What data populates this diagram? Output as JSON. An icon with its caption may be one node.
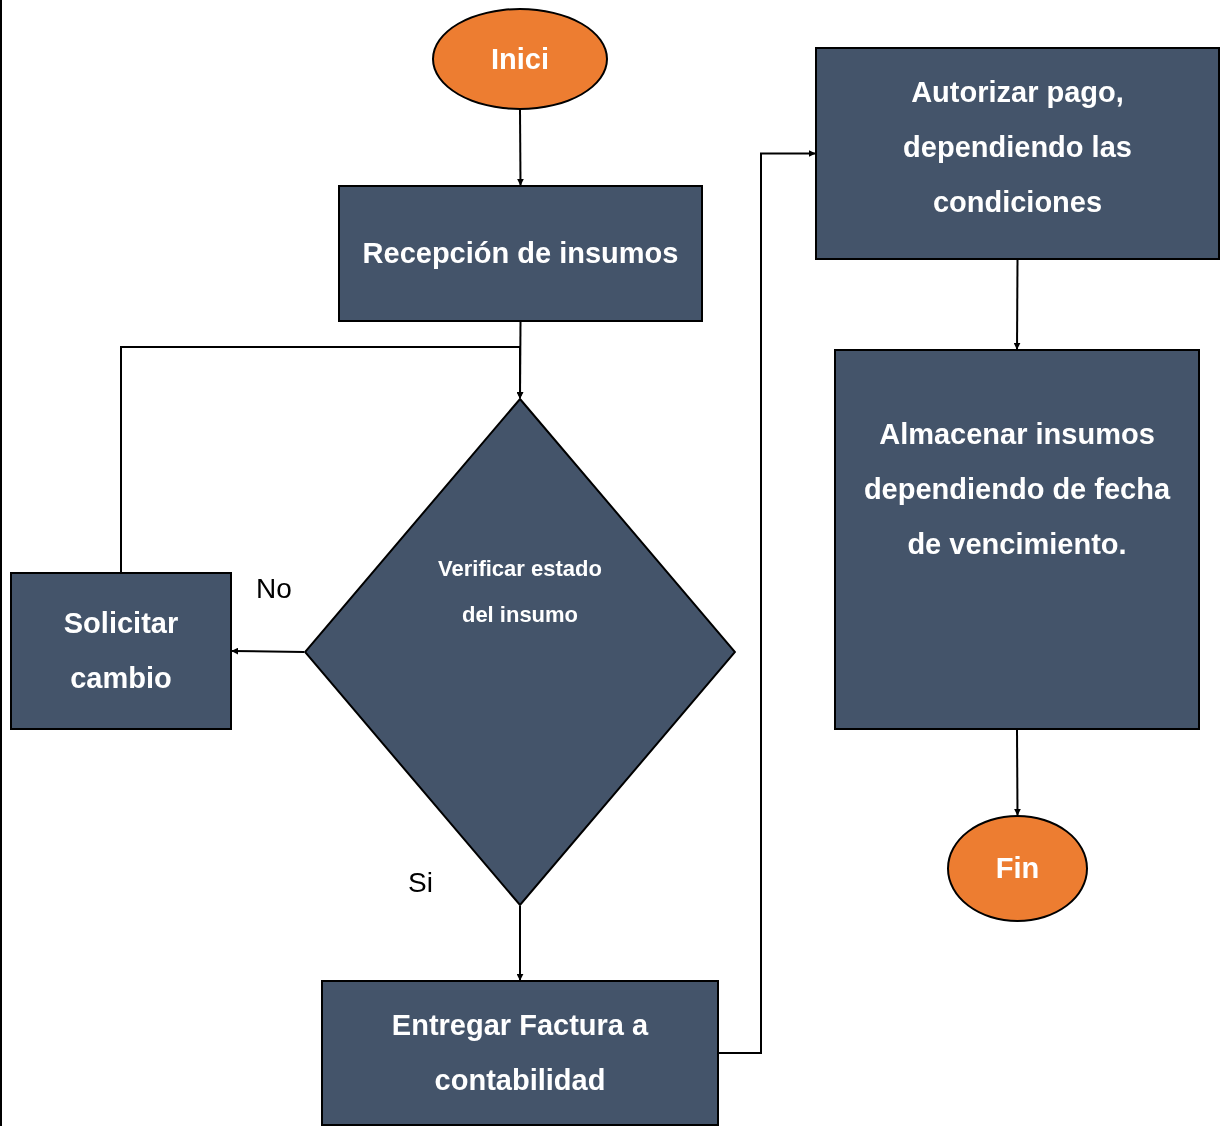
{
  "diagram": {
    "nodes": [
      {
        "text": [
          "Inici"
        ]
      },
      {
        "text": [
          "Recepción de insumos"
        ]
      },
      {
        "text": [
          "Verificar estado del insumo"
        ]
      },
      {
        "text": [
          "Solicitar cambio"
        ]
      },
      {
        "text": [
          "Entregar Factura a contabilidad"
        ]
      },
      {
        "text": [
          "Autorizar pago, dependiendo las condiciones"
        ]
      },
      {
        "text": [
          "Almacenar insumos dependiendo de fecha de vencimiento."
        ]
      },
      {
        "text": [
          "Fin"
        ]
      }
    ],
    "edges": [
      {
        "from": 0,
        "to": 1,
        "arrow": "to"
      },
      {
        "from": 1,
        "to": 2,
        "arrow": "to"
      },
      {
        "from": 2,
        "to": 3,
        "arrow": "to",
        "label": "No"
      },
      {
        "from": 3,
        "to": 2,
        "arrow": "to"
      },
      {
        "from": 2,
        "to": 4,
        "arrow": "to",
        "label": "Si"
      },
      {
        "from": 4,
        "to": 5,
        "arrow": "to"
      },
      {
        "from": 5,
        "to": 6,
        "arrow": "to"
      },
      {
        "from": 6,
        "to": 7,
        "arrow": "to"
      }
    ]
  }
}
